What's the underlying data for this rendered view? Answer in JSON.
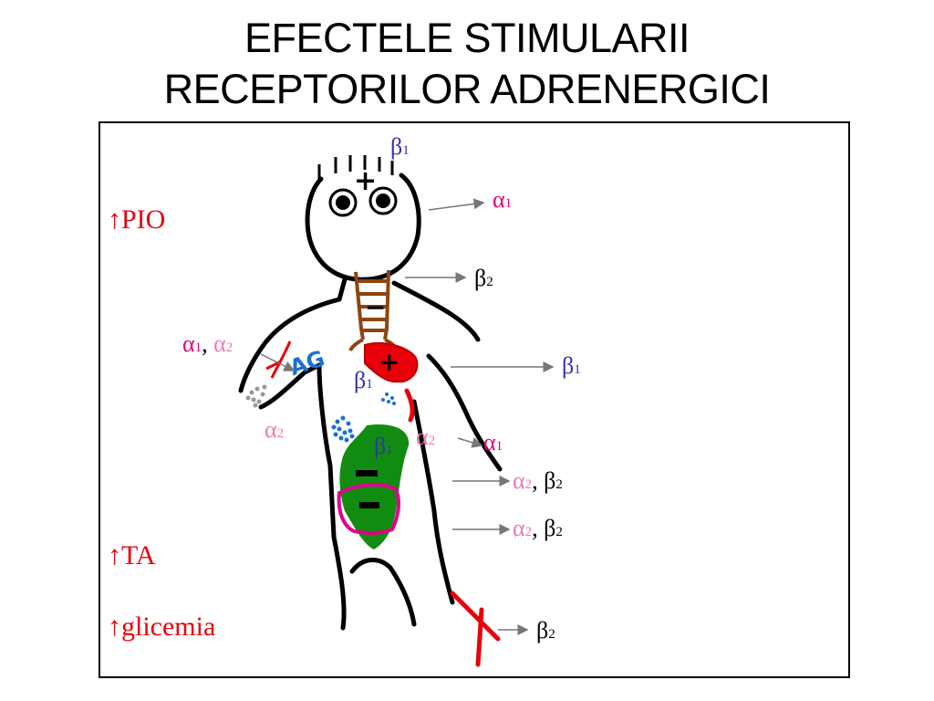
{
  "title": {
    "line1": "EFECTELE STIMULARII",
    "line2": "RECEPTORILOR ADRENERGICI"
  },
  "colors": {
    "beta": "#3333aa",
    "alpha": "#e0007a",
    "alpha_pink": "#ee7ab4",
    "effect": "#e8000b",
    "heart": "#e8000b",
    "trachea": "#8b4513",
    "stomach": "#118c11",
    "bladder": "#e0008c",
    "fat": "#1a6fd6"
  },
  "effects": {
    "pio": "PIO",
    "ta": "TA",
    "glicemia": "glicemia",
    "arrow": "↑"
  },
  "receptors": {
    "brain": {
      "sym": "β",
      "sub": "1"
    },
    "eye": {
      "sym": "α",
      "sub": "1"
    },
    "bronchi": {
      "sym": "β",
      "sub": "2"
    },
    "heart": {
      "sym": "β",
      "sub": "1"
    },
    "kidney": {
      "sym": "β",
      "sub": "1"
    },
    "vessels_a": {
      "sym": "α",
      "sub": "1"
    },
    "vessels_b": {
      "sym": "α",
      "sub": "2"
    },
    "sep": ",",
    "pancreas": {
      "sym": "α",
      "sub": "2"
    },
    "fat": {
      "sym": "β",
      "sub": "1"
    },
    "platelet": {
      "sym": "α",
      "sub": "2"
    },
    "sphincter": {
      "sym": "α",
      "sub": "1"
    },
    "gi_a": {
      "sym": "α",
      "sub": "2"
    },
    "gi_b": {
      "sym": "β",
      "sub": "2"
    },
    "bladder_a": {
      "sym": "α",
      "sub": "2"
    },
    "bladder_b": {
      "sym": "β",
      "sub": "2"
    },
    "muscle": {
      "sym": "β",
      "sub": "2"
    }
  },
  "organ_marks": {
    "brain": "+",
    "trachea": "−",
    "heart": "+",
    "stomach": "−",
    "bladder": "−",
    "vessel_label": "AG"
  }
}
